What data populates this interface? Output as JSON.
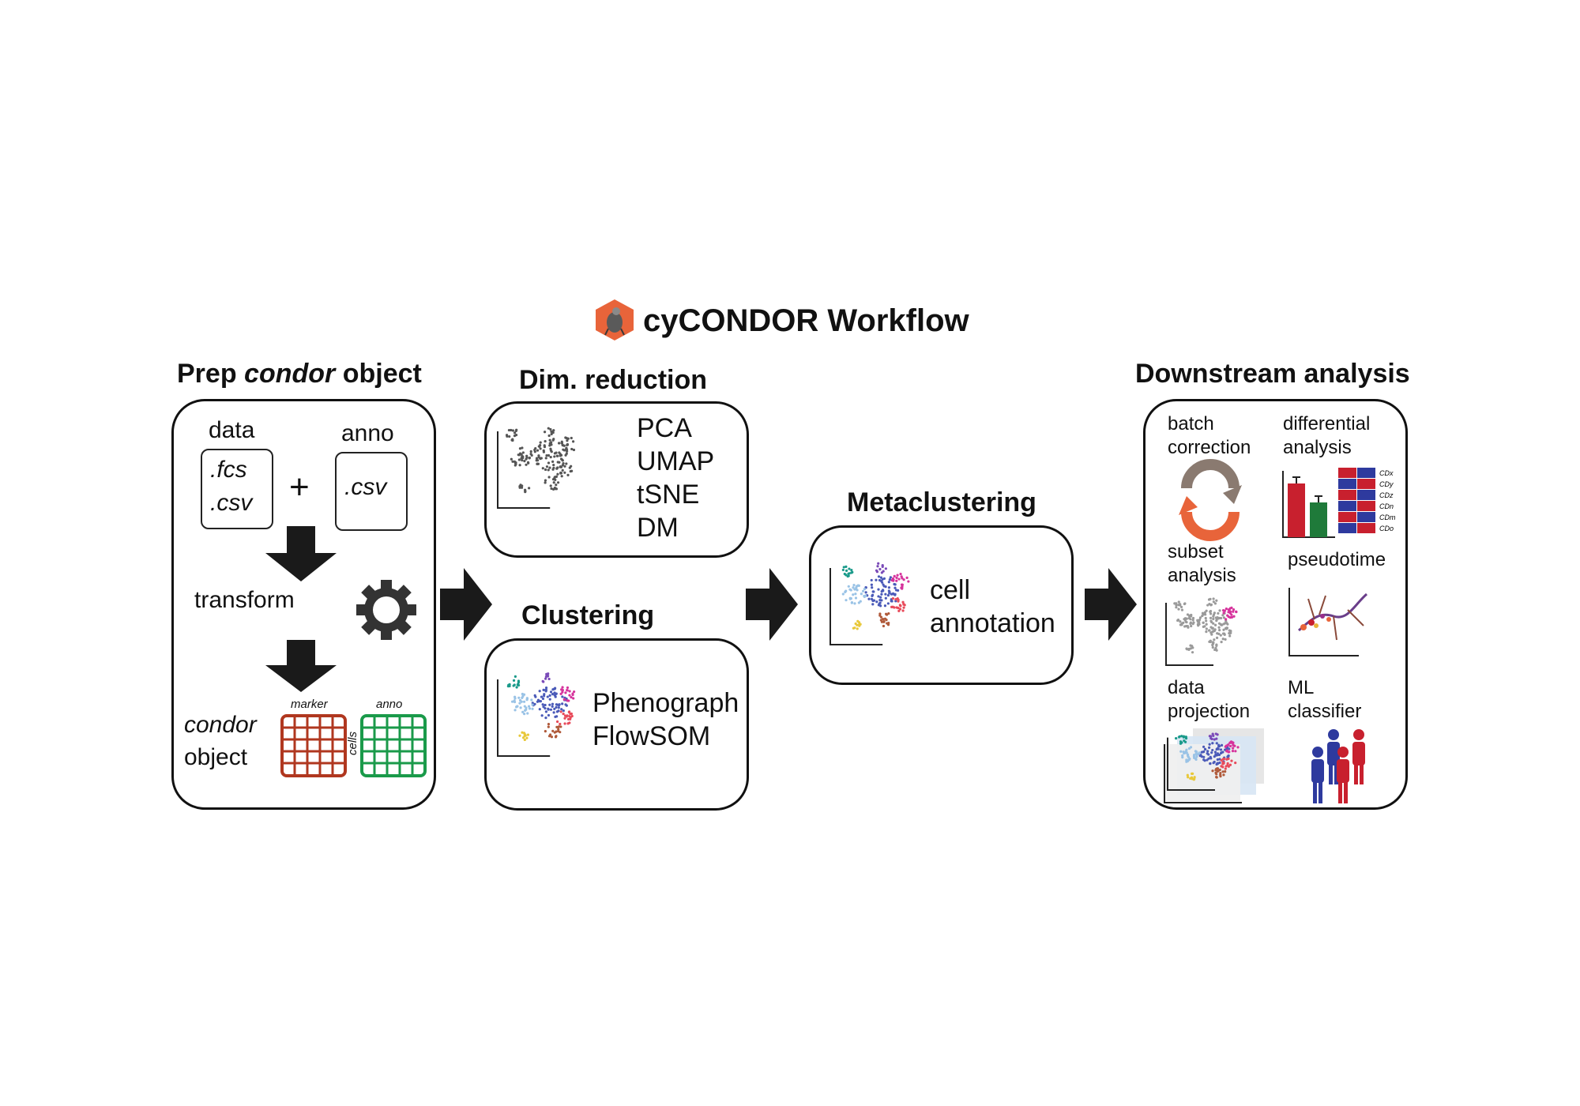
{
  "title": "cyCONDOR Workflow",
  "logo_icon": "condor-hexagon-logo",
  "colors": {
    "logo": "#e8643a",
    "marker_grid": "#b0371f",
    "anno_grid": "#1a9a4a",
    "arrow": "#1a1a1a",
    "bar_red": "#c8202e",
    "bar_green": "#1f7a3a",
    "heat_blue": "#2e3a9e"
  },
  "prep": {
    "title_prefix": "Prep ",
    "title_italic": "condor",
    "title_suffix": " object",
    "data_label": "data",
    "anno_label": "anno",
    "data_ext1": ".fcs",
    "data_ext2": ".csv",
    "anno_ext": ".csv",
    "plus": "+",
    "transform": "transform",
    "object_italic": "condor",
    "object_word": "object",
    "marker_label": "marker",
    "cells_label": "cells",
    "anno_grid_label": "anno"
  },
  "dimred": {
    "title": "Dim. reduction",
    "methods": [
      "PCA",
      "UMAP",
      "tSNE",
      "DM"
    ]
  },
  "clustering": {
    "title": "Clustering",
    "methods": [
      "Phenograph",
      "FlowSOM"
    ]
  },
  "metaclustering": {
    "title": "Metaclustering",
    "line1": "cell",
    "line2": "annotation"
  },
  "downstream": {
    "title": "Downstream analysis",
    "items": [
      {
        "line1": "batch",
        "line2": "correction"
      },
      {
        "line1": "differential",
        "line2": "analysis"
      },
      {
        "line1": "subset",
        "line2": "analysis"
      },
      {
        "line1": "pseudotime",
        "line2": ""
      },
      {
        "line1": "data",
        "line2": "projection"
      },
      {
        "line1": "ML",
        "line2": "classifier"
      }
    ],
    "heatmap_labels": [
      "CDx",
      "CDy",
      "CDz",
      "CDn",
      "CDm",
      "CDo"
    ]
  }
}
